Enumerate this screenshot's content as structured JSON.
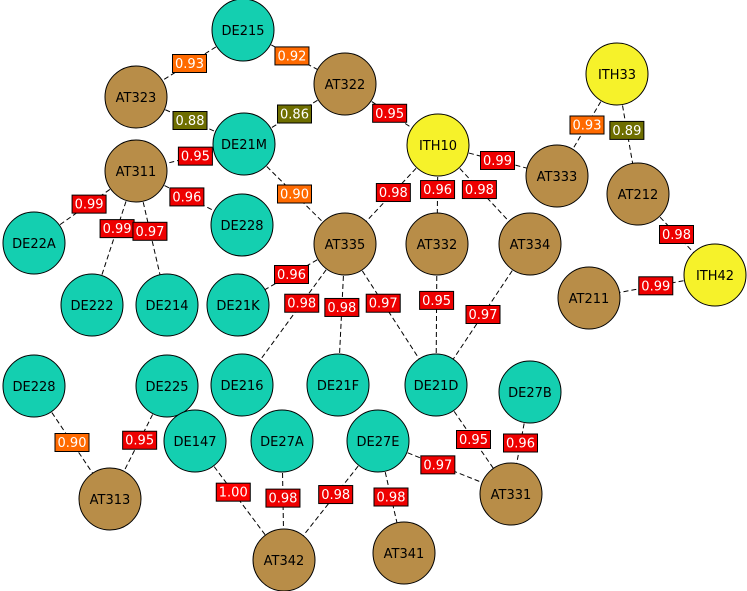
{
  "colors": {
    "DE": "#14cfb0",
    "AT": "#b88d48",
    "ITH": "#f6f22a",
    "w100": "#ff0000",
    "w099": "#ee0000",
    "w098": "#ee0000",
    "w097": "#ee0000",
    "w096": "#ee0000",
    "w095": "#ee0000",
    "w093": "#ff6a00",
    "w092": "#ff6a00",
    "w090": "#ff6a00",
    "w089": "#6e6e00",
    "w088": "#6e6e00",
    "w086": "#6e6e00"
  },
  "nodes": [
    {
      "id": "DE215",
      "type": "DE"
    },
    {
      "id": "AT323",
      "type": "AT"
    },
    {
      "id": "AT322",
      "type": "AT"
    },
    {
      "id": "DE21M",
      "type": "DE"
    },
    {
      "id": "AT311",
      "type": "AT"
    },
    {
      "id": "DE228",
      "type": "DE"
    },
    {
      "id": "DE22A",
      "type": "DE"
    },
    {
      "id": "DE222",
      "type": "DE"
    },
    {
      "id": "DE214",
      "type": "DE"
    },
    {
      "id": "ITH10",
      "type": "ITH"
    },
    {
      "id": "ITH33",
      "type": "ITH"
    },
    {
      "id": "AT333",
      "type": "AT"
    },
    {
      "id": "AT212",
      "type": "AT"
    },
    {
      "id": "ITH42",
      "type": "ITH"
    },
    {
      "id": "AT211",
      "type": "AT"
    },
    {
      "id": "AT335",
      "type": "AT"
    },
    {
      "id": "AT332",
      "type": "AT"
    },
    {
      "id": "AT334",
      "type": "AT"
    },
    {
      "id": "DE21K",
      "type": "DE"
    },
    {
      "id": "DE216",
      "type": "DE"
    },
    {
      "id": "DE21F",
      "type": "DE"
    },
    {
      "id": "DE21D",
      "type": "DE"
    },
    {
      "id": "DE27B",
      "type": "DE"
    },
    {
      "id": "DE228b",
      "label": "DE228",
      "type": "DE"
    },
    {
      "id": "DE225",
      "type": "DE"
    },
    {
      "id": "AT313",
      "type": "AT"
    },
    {
      "id": "DE147",
      "type": "DE"
    },
    {
      "id": "DE27A",
      "type": "DE"
    },
    {
      "id": "DE27E",
      "type": "DE"
    },
    {
      "id": "AT331",
      "type": "AT"
    },
    {
      "id": "AT342",
      "type": "AT"
    },
    {
      "id": "AT341",
      "type": "AT"
    }
  ],
  "edges": [
    {
      "source": "DE215",
      "target": "AT323",
      "weight": "0.93"
    },
    {
      "source": "DE215",
      "target": "AT322",
      "weight": "0.92"
    },
    {
      "source": "AT323",
      "target": "DE21M",
      "weight": "0.88"
    },
    {
      "source": "AT322",
      "target": "DE21M",
      "weight": "0.86"
    },
    {
      "source": "AT322",
      "target": "ITH10",
      "weight": "0.95"
    },
    {
      "source": "DE21M",
      "target": "AT311",
      "weight": "0.95"
    },
    {
      "source": "DE21M",
      "target": "AT335",
      "weight": "0.90"
    },
    {
      "source": "AT311",
      "target": "DE228",
      "weight": "0.96"
    },
    {
      "source": "AT311",
      "target": "DE22A",
      "weight": "0.99"
    },
    {
      "source": "AT311",
      "target": "DE222",
      "weight": "0.99"
    },
    {
      "source": "AT311",
      "target": "DE214",
      "weight": "0.97"
    },
    {
      "source": "ITH10",
      "target": "AT333",
      "weight": "0.99"
    },
    {
      "source": "ITH10",
      "target": "AT335",
      "weight": "0.98"
    },
    {
      "source": "ITH10",
      "target": "AT332",
      "weight": "0.96"
    },
    {
      "source": "ITH10",
      "target": "AT334",
      "weight": "0.98"
    },
    {
      "source": "ITH33",
      "target": "AT333",
      "weight": "0.93"
    },
    {
      "source": "ITH33",
      "target": "AT212",
      "weight": "0.89"
    },
    {
      "source": "AT212",
      "target": "ITH42",
      "weight": "0.98"
    },
    {
      "source": "ITH42",
      "target": "AT211",
      "weight": "0.99"
    },
    {
      "source": "AT335",
      "target": "DE21K",
      "weight": "0.96"
    },
    {
      "source": "AT335",
      "target": "DE216",
      "weight": "0.98"
    },
    {
      "source": "AT335",
      "target": "DE21F",
      "weight": "0.98"
    },
    {
      "source": "AT335",
      "target": "DE21D",
      "weight": "0.97"
    },
    {
      "source": "AT332",
      "target": "DE21D",
      "weight": "0.95"
    },
    {
      "source": "AT334",
      "target": "DE21D",
      "weight": "0.97"
    },
    {
      "source": "DE21D",
      "target": "AT331",
      "weight": "0.95"
    },
    {
      "source": "DE27B",
      "target": "AT331",
      "weight": "0.96"
    },
    {
      "source": "DE27E",
      "target": "AT331",
      "weight": "0.97"
    },
    {
      "source": "DE228b",
      "target": "AT313",
      "weight": "0.90"
    },
    {
      "source": "DE225",
      "target": "AT313",
      "weight": "0.95"
    },
    {
      "source": "DE147",
      "target": "AT342",
      "weight": "1.00"
    },
    {
      "source": "DE27A",
      "target": "AT342",
      "weight": "0.98"
    },
    {
      "source": "DE27E",
      "target": "AT342",
      "weight": "0.98"
    },
    {
      "source": "DE27E",
      "target": "AT341",
      "weight": "0.98"
    }
  ]
}
